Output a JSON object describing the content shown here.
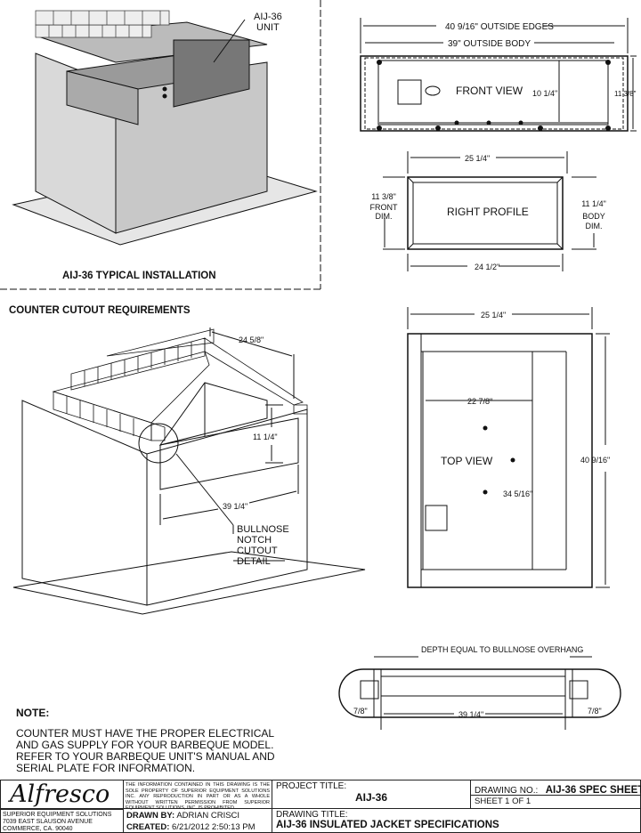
{
  "installation": {
    "unit_label_1": "AIJ-36",
    "unit_label_2": "UNIT",
    "caption": "AIJ-36 TYPICAL INSTALLATION"
  },
  "front_view": {
    "label": "FRONT VIEW",
    "outside_edges": "40 9/16\" OUTSIDE EDGES",
    "outside_body": "39\" OUTSIDE BODY",
    "inner_height": "10 1/4\"",
    "height": "11 3/8\""
  },
  "right_profile": {
    "label": "RIGHT PROFILE",
    "top_width": "25 1/4\"",
    "bottom_width": "24 1/2\"",
    "front_dim": [
      "11 3/8\"",
      "FRONT",
      "DIM."
    ],
    "body_dim": [
      "11 1/4\"",
      "BODY",
      "DIM."
    ]
  },
  "cutout": {
    "heading": "COUNTER CUTOUT REQUIREMENTS",
    "depth": "24 5/8\"",
    "height": "11 1/4\"",
    "width": "39 1/4\"",
    "callout": [
      "BULLNOSE",
      "NOTCH",
      "CUTOUT",
      "DETAIL"
    ]
  },
  "top_view": {
    "label": "TOP VIEW",
    "width": "25 1/4\"",
    "inner_width": "22 7/8\"",
    "length": "40 9/16\"",
    "inner_length": "34 5/16\""
  },
  "bullnose": {
    "label": "DEPTH EQUAL TO BULLNOSE OVERHANG",
    "left": "7/8\"",
    "right": "7/8\"",
    "width": "39 1/4\""
  },
  "note": {
    "heading": "NOTE:",
    "lines": [
      "COUNTER MUST HAVE THE PROPER ELECTRICAL",
      "AND GAS SUPPLY FOR YOUR BARBEQUE MODEL.",
      "REFER TO YOUR BARBEQUE UNIT'S MANUAL AND",
      "SERIAL PLATE FOR INFORMATION."
    ]
  },
  "title_block": {
    "logo": "Alfresco",
    "company": [
      "SUPERIOR EQUIPMENT SOLUTIONS",
      "7039 EAST SLAUSON AVENUE",
      "COMMERCE, CA. 90040"
    ],
    "disclaimer": "THE INFORMATION CONTAINED IN THIS DRAWING IS THE SOLE PROPERTY OF SUPERIOR EQUIPMENT SOLUTIONS INC. ANY REPRODUCTION IN PART OR AS A WHOLE WITHOUT WRITTEN PERMISSION FROM SUPERIOR EQUIPMENT SOLUTIONS, INC. IS PROHIBITED.",
    "drawn_by_label": "DRAWN BY:",
    "drawn_by": "ADRIAN CRISCI",
    "created_label": "CREATED:",
    "created": "6/21/2012 2:50:13 PM",
    "project_title_label": "PROJECT TITLE:",
    "project_title": "AIJ-36",
    "drawing_title_label": "DRAWING TITLE:",
    "drawing_title": "AIJ-36 INSULATED JACKET SPECIFICATIONS",
    "drawing_no_label": "DRAWING NO.:",
    "drawing_no": "AIJ-36 SPEC SHEET",
    "sheet": "SHEET 1 OF 1"
  }
}
